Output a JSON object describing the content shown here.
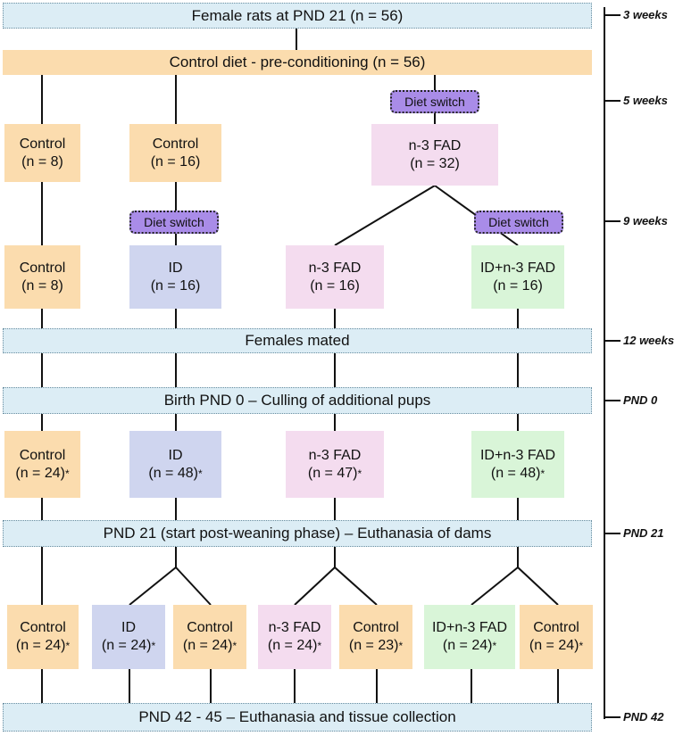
{
  "stages": {
    "start": "Female rats at PND 21 (n = 56)",
    "preconditioning": "Control diet - pre-conditioning (n = 56)",
    "mated": "Females mated",
    "birth": "Birth PND 0 – Culling of additional pups",
    "weaning": "PND 21 (start post-weaning phase) – Euthanasia of dams",
    "end": "PND 42 - 45 – Euthanasia and tissue collection"
  },
  "diet_switch_label": "Diet switch",
  "timeline": [
    "3 weeks",
    "5 weeks",
    "9 weeks",
    "12 weeks",
    "PND 0",
    "PND 21",
    "PND 42"
  ],
  "row1": [
    {
      "name": "Control",
      "n": "(n = 8)"
    },
    {
      "name": "Control",
      "n": "(n = 16)"
    },
    {
      "name": "n-3 FAD",
      "n": "(n = 32)"
    }
  ],
  "row2": [
    {
      "name": "Control",
      "n": "(n = 8)"
    },
    {
      "name": "ID",
      "n": "(n = 16)"
    },
    {
      "name": "n-3 FAD",
      "n": "(n = 16)"
    },
    {
      "name": "ID+n-3 FAD",
      "n": "(n = 16)"
    }
  ],
  "row3": [
    {
      "name": "Control",
      "n": "(n = 24)",
      "mark": "*"
    },
    {
      "name": "ID",
      "n": "(n = 48)",
      "mark": "*"
    },
    {
      "name": "n-3 FAD",
      "n": "(n = 47)",
      "mark": "*"
    },
    {
      "name": "ID+n-3 FAD",
      "n": "(n = 48)",
      "mark": "*"
    }
  ],
  "row4": [
    {
      "name": "Control",
      "n": "(n = 24)",
      "mark": "*"
    },
    {
      "name": "ID",
      "n": "(n = 24)",
      "mark": "*"
    },
    {
      "name": "Control",
      "n": "(n = 24)",
      "mark": "*"
    },
    {
      "name": "n-3 FAD",
      "n": "(n = 24)",
      "mark": "*"
    },
    {
      "name": "Control",
      "n": "(n = 23)",
      "mark": "*"
    },
    {
      "name": "ID+n-3 FAD",
      "n": "(n = 24)",
      "mark": "*"
    },
    {
      "name": "Control",
      "n": "(n = 24)",
      "mark": "*"
    }
  ]
}
